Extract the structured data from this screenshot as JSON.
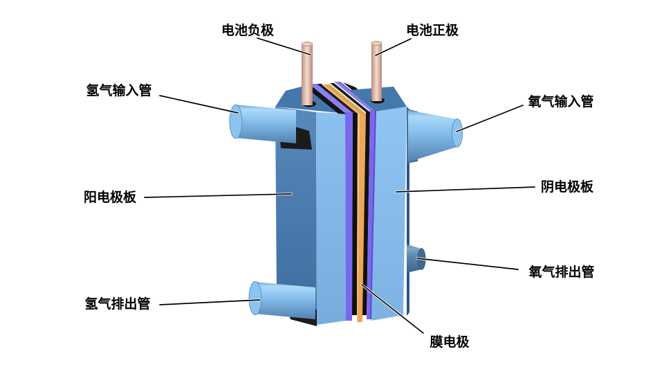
{
  "figure": {
    "type": "3d-fuel-cell-cutaway-diagram",
    "background": "#ffffff",
    "labels": {
      "battery_negative": "电池负极",
      "battery_positive": "电池正极",
      "hydrogen_inlet": "氢气输入管",
      "oxygen_inlet": "氧气输入管",
      "anode_plate": "阳电极板",
      "cathode_plate": "阴电极板",
      "oxygen_outlet": "氧气排出管",
      "hydrogen_outlet": "氢气排出管",
      "membrane_electrode": "膜电极"
    },
    "colors": {
      "plate_front_left": "#86BDEC",
      "plate_front_right": "#8DC2F1",
      "plate_side": "#4C7CB0",
      "plate_top_left": "#4478AC",
      "plate_top_right": "#4579AD",
      "plate_right_edge": "#2B568A",
      "membrane_purple": "#7A68EC",
      "membrane_purple_top": "#8C7DF2",
      "membrane_orange": "#EDA757",
      "membrane_orange_top": "#E1A354",
      "membrane_black": "#111111",
      "shadow_black": "#1B1B1B",
      "pipe_blue": "#7DBBEB",
      "pipe_dark": "#567FA5",
      "electrode_rod": "#D9AE9C",
      "label_text": "#000000",
      "leader_line": "#000000"
    }
  }
}
